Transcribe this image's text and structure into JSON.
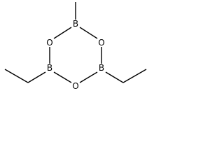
{
  "structure": {
    "ring_oxygen_left": "O",
    "ring_oxygen_right": "O",
    "ring_oxygen_bottom": "O",
    "ring_boron_top": "B",
    "ring_boron_left": "B",
    "ring_boron_right": "B"
  }
}
